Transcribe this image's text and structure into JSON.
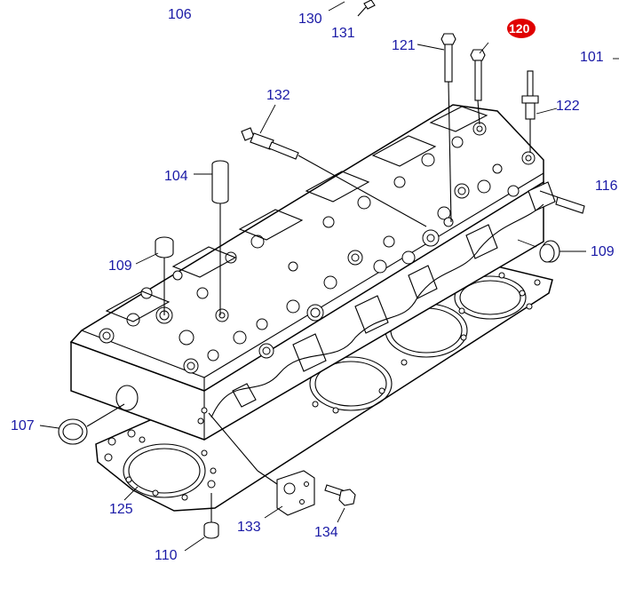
{
  "diagram": {
    "callouts": {
      "c106": "106",
      "c130": "130",
      "c131": "131",
      "c120": "120",
      "c121": "121",
      "c101": "101",
      "c132": "132",
      "c122": "122",
      "c104": "104",
      "c116": "116",
      "c109a": "109",
      "c109b": "109",
      "c107": "107",
      "c125": "125",
      "c133": "133",
      "c134": "134",
      "c110": "110"
    },
    "colors": {
      "callout_text": "#1a1aa6",
      "highlight": "#e00000",
      "line": "#000000"
    }
  }
}
